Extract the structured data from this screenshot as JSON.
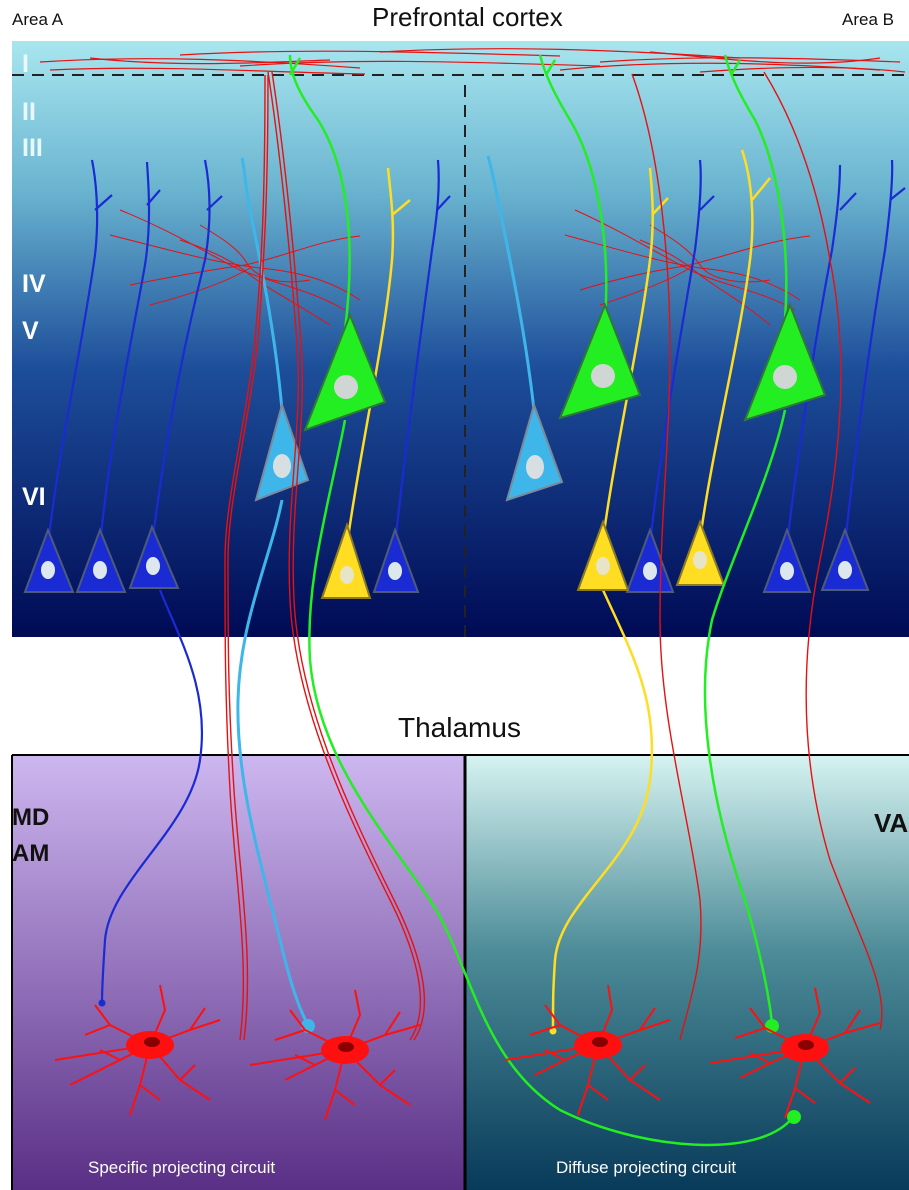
{
  "header": {
    "area_a": "Area A",
    "title": "Prefrontal cortex",
    "area_b": "Area B"
  },
  "cortex": {
    "layers": [
      "I",
      "II",
      "III",
      "IV",
      "V",
      "VI"
    ]
  },
  "thalamus": {
    "label": "Thalamus",
    "left_nuclei": [
      "MD",
      "AM"
    ],
    "right_nucleus": "VA",
    "left_circuit": "Specific projecting circuit",
    "right_circuit": "Diffuse projecting circuit"
  },
  "colors": {
    "cortex_top": "#a8e6ef",
    "cortex_bottom": "#000a55",
    "thal_left_top": "#cdb7f0",
    "thal_left_bottom": "#5a2f86",
    "thal_right_top": "#d6f3f1",
    "thal_right_bottom": "#083a5a",
    "red_neuron": "#ff1010",
    "green_neuron": "#22ee22",
    "yellow_neuron": "#ffdd22",
    "cyan_neuron": "#3fb6ea",
    "blue_neuron": "#1a2bd4"
  }
}
